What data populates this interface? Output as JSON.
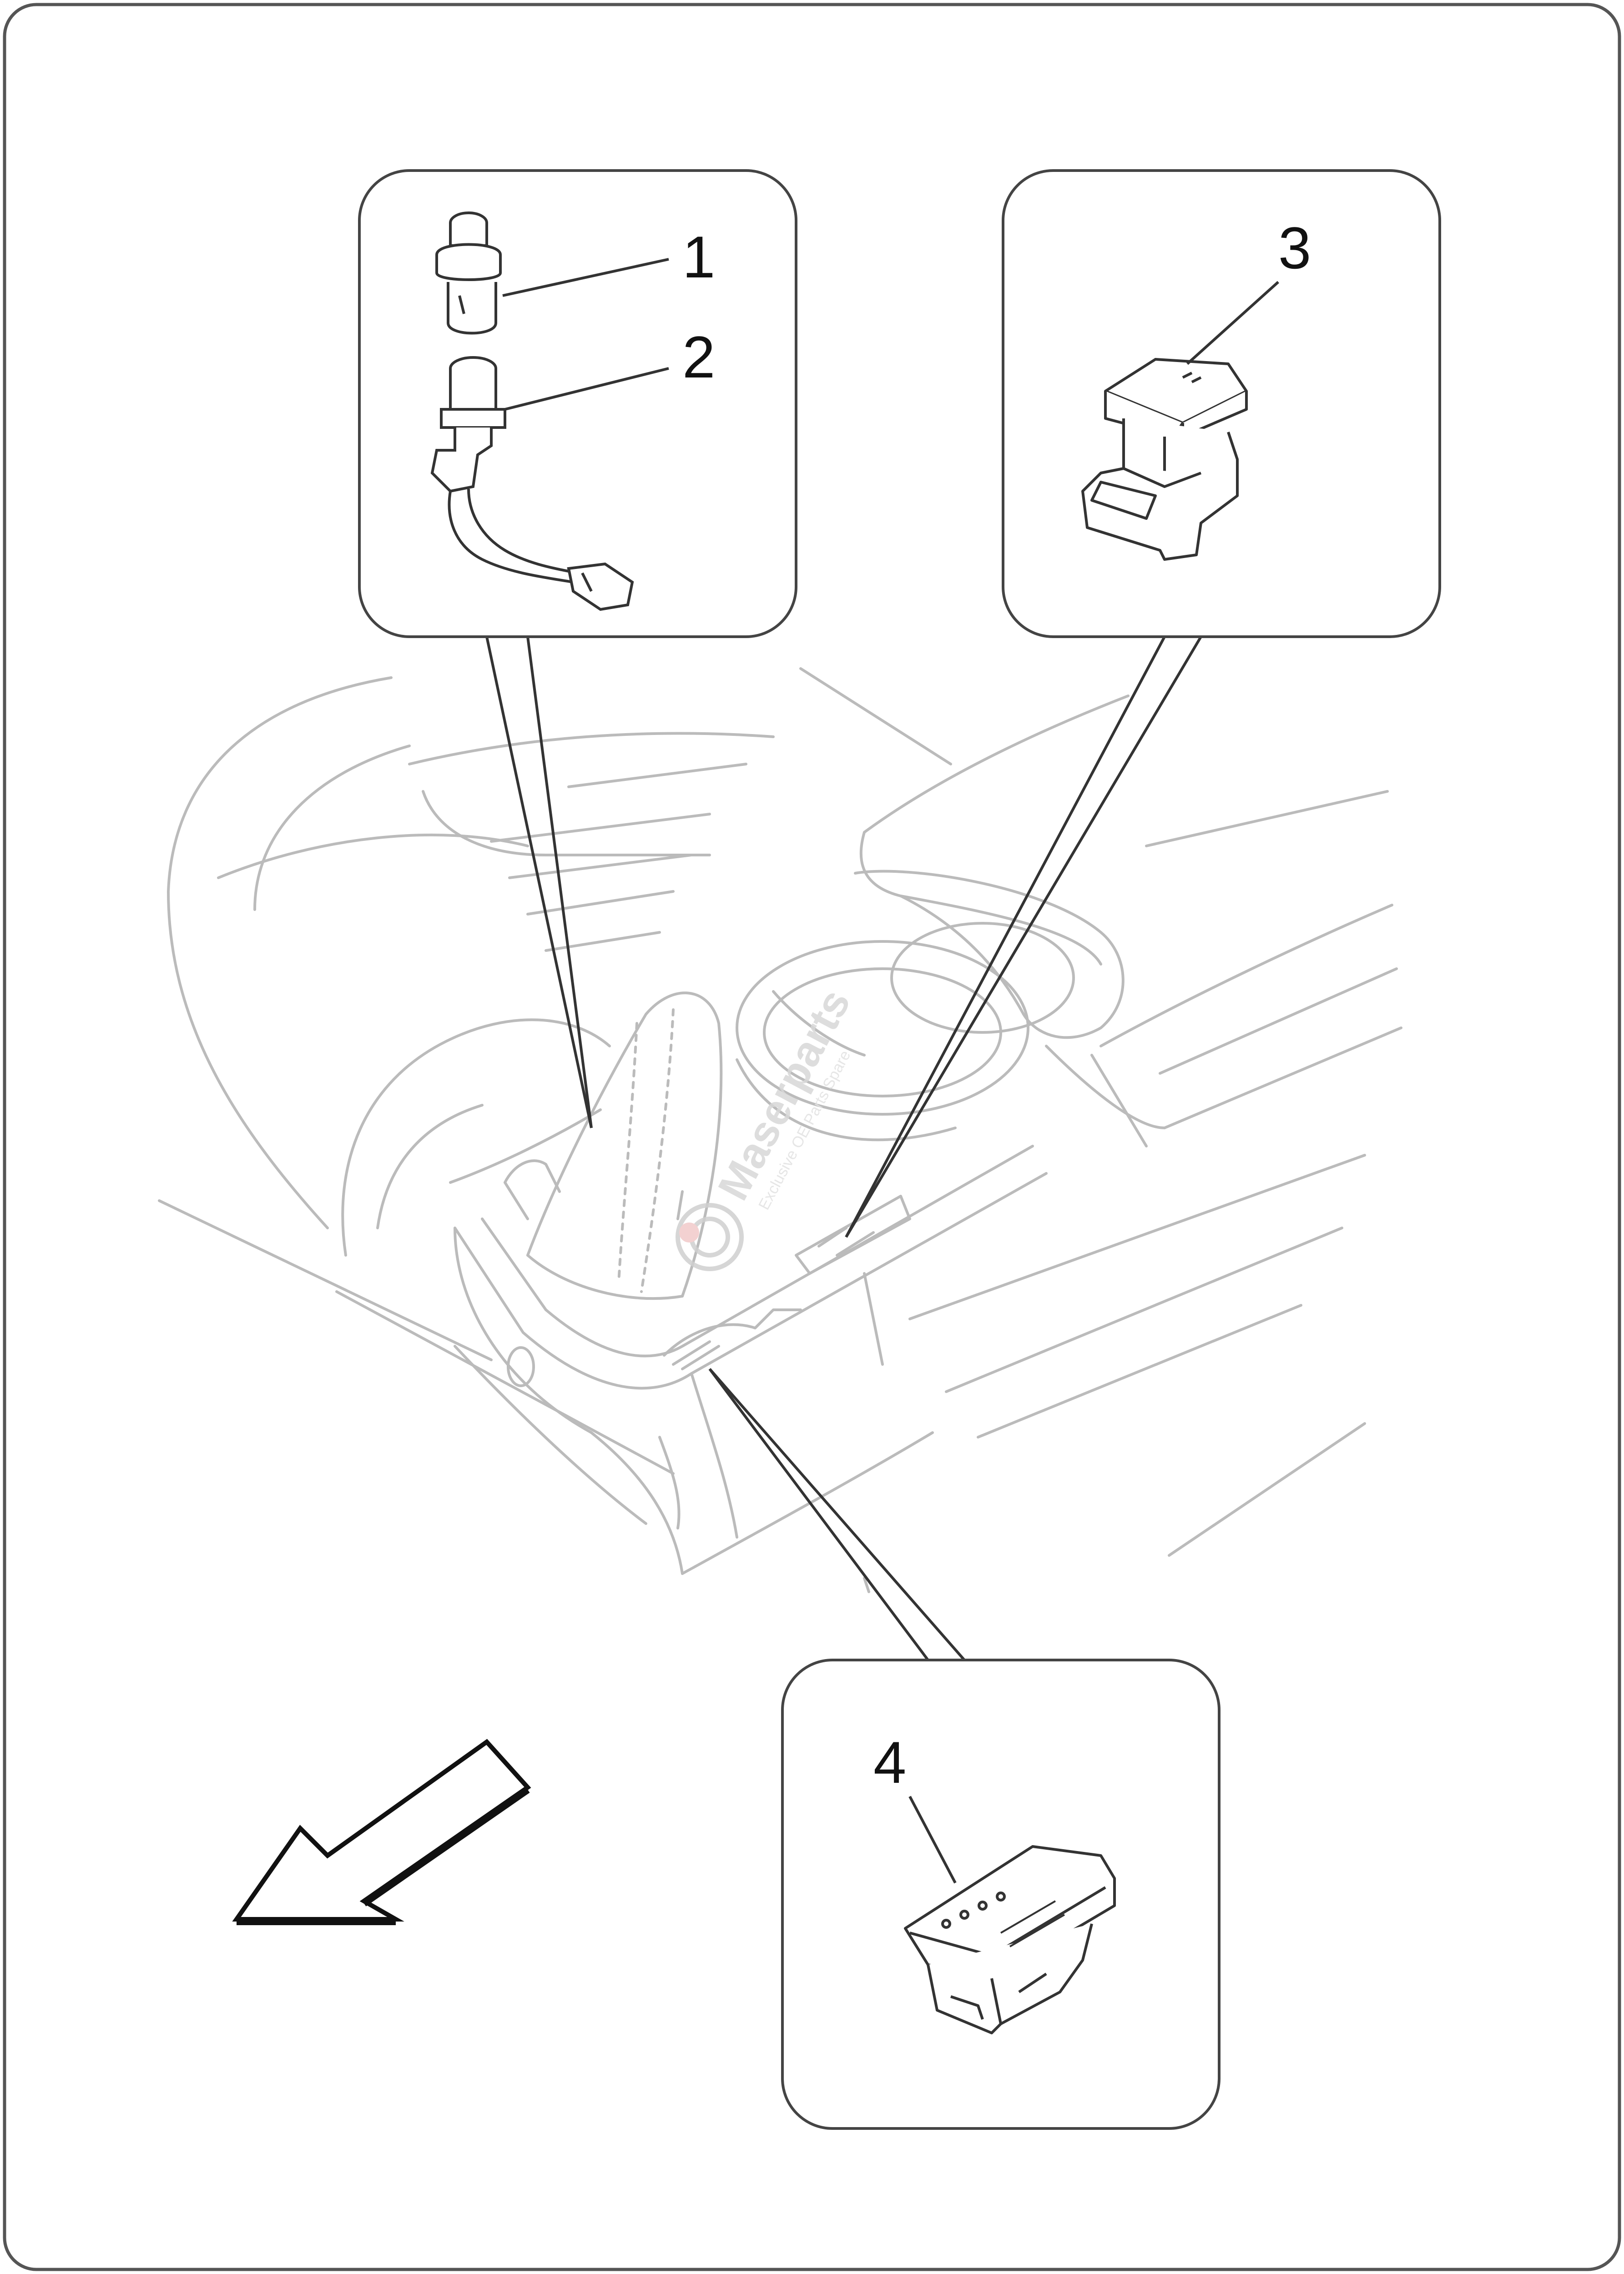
{
  "diagram": {
    "callouts": [
      {
        "id": "1",
        "label": "1"
      },
      {
        "id": "2",
        "label": "2"
      },
      {
        "id": "3",
        "label": "3"
      },
      {
        "id": "4",
        "label": "4"
      }
    ],
    "watermark": {
      "brand": "Maserparts",
      "tagline": "Exclusive OE Parts Spare"
    },
    "colors": {
      "line_dark": "#222222",
      "line_light": "#b9b9b9",
      "frame": "#555555",
      "watermark": "#d8d8d8"
    },
    "icons": [
      "direction-arrow-icon"
    ]
  }
}
